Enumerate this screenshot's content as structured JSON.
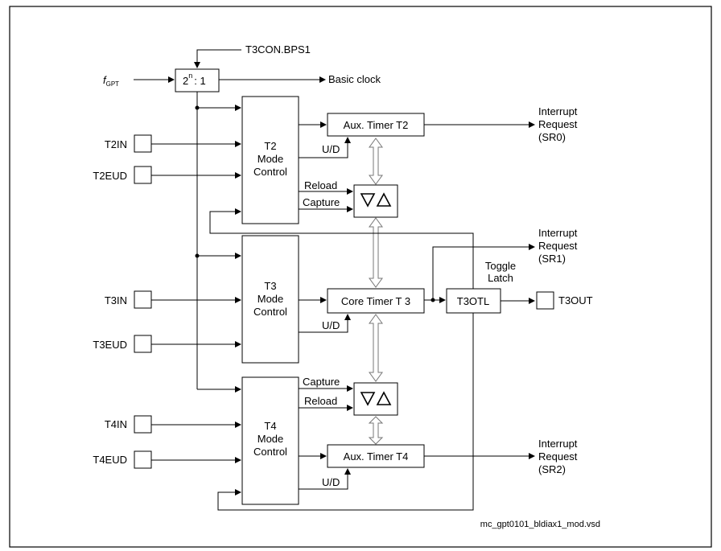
{
  "clock": {
    "f_main": "f",
    "f_sub": "GPT",
    "prescaler_base": "2",
    "prescaler_exp": "n",
    "prescaler_tail": ": 1",
    "prescaler_control": "T3CON.BPS1",
    "basic_clock": "Basic clock"
  },
  "inputs": {
    "t2in": "T2IN",
    "t2eud": "T2EUD",
    "t3in": "T3IN",
    "t3eud": "T3EUD",
    "t4in": "T4IN",
    "t4eud": "T4EUD"
  },
  "mode_controls": {
    "t2": [
      "T2",
      "Mode",
      "Control"
    ],
    "t3": [
      "T3",
      "Mode",
      "Control"
    ],
    "t4": [
      "T4",
      "Mode",
      "Control"
    ]
  },
  "timers": {
    "aux_t2": "Aux. Timer T2",
    "core_t3": "Core Timer T 3",
    "aux_t4": "Aux. Timer T4",
    "t3otl": "T3OTL"
  },
  "signals": {
    "ud": "U/D",
    "reload": "Reload",
    "capture": "Capture",
    "toggle_latch": [
      "Toggle",
      "Latch"
    ],
    "t3out": "T3OUT"
  },
  "interrupts": {
    "sr0": [
      "Interrupt",
      "Request",
      "(SR0)"
    ],
    "sr1": [
      "Interrupt",
      "Request",
      "(SR1)"
    ],
    "sr2": [
      "Interrupt",
      "Request",
      "(SR2)"
    ]
  },
  "footer": {
    "filename": "mc_gpt0101_bldiax1_mod.vsd"
  }
}
